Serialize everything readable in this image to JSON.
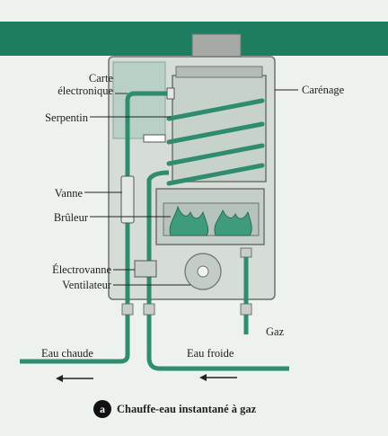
{
  "labels": {
    "carte": "Carte\nélectronique",
    "serpentin": "Serpentin",
    "vanne": "Vanne",
    "bruleur": "Brûleur",
    "electrovanne": "Électrovanne",
    "ventilateur": "Ventilateur",
    "carenage": "Carénage",
    "eau_chaude": "Eau chaude",
    "eau_froide": "Eau froide",
    "gaz": "Gaz"
  },
  "caption": {
    "badge": "a",
    "text": "Chauffe-eau instantané à gaz"
  },
  "colors": {
    "header": "#1d7d60",
    "casing": "#d6ddd6",
    "pipe": "#2f8c6e",
    "flame": "#3e9c7c"
  }
}
